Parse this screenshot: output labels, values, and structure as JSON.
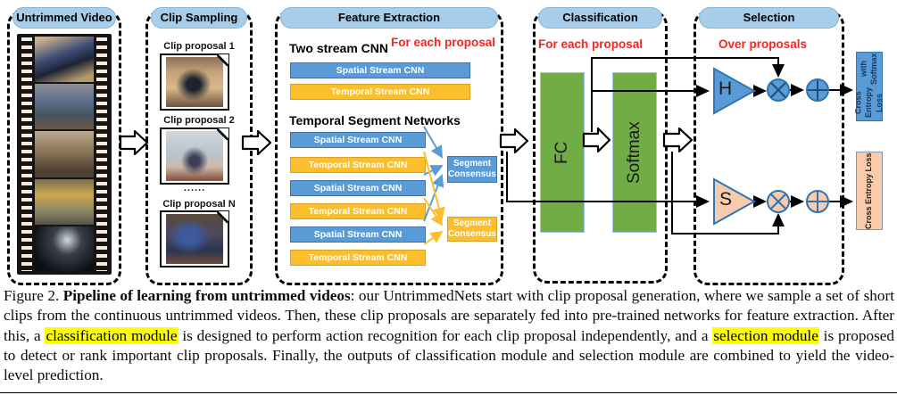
{
  "panels": {
    "untrimmed_video": {
      "title": "Untrimmed Video"
    },
    "clip_sampling": {
      "title": "Clip Sampling",
      "proposals": [
        {
          "label": "Clip proposal 1"
        },
        {
          "label": "Clip proposal 2"
        },
        {
          "label": "Clip proposal N"
        }
      ],
      "ellipsis": "......"
    },
    "feature_extraction": {
      "title": "Feature Extraction",
      "note": "For each proposal",
      "two_stream_heading": "Two stream CNN",
      "two_stream_bars": [
        {
          "label": "Spatial Stream CNN",
          "type": "spatial"
        },
        {
          "label": "Temporal Stream CNN",
          "type": "temporal"
        }
      ],
      "tsn_heading": "Temporal Segment Networks",
      "tsn_bars": [
        {
          "label": "Spatial Stream CNN",
          "type": "spatial"
        },
        {
          "label": "Temporal Stream CNN",
          "type": "temporal"
        },
        {
          "label": "Spatial Stream CNN",
          "type": "spatial"
        },
        {
          "label": "Temporal Stream CNN",
          "type": "temporal"
        },
        {
          "label": "Spatial Stream CNN",
          "type": "spatial"
        },
        {
          "label": "Temporal Stream CNN",
          "type": "temporal"
        }
      ],
      "consensus": [
        {
          "line1": "Segment",
          "line2": "Consensus",
          "type": "spatial"
        },
        {
          "line1": "Segment",
          "line2": "Consensus",
          "type": "temporal"
        }
      ]
    },
    "classification": {
      "title": "Classification",
      "note": "For each proposal",
      "fc_label": "FC",
      "softmax_label": "Softmax"
    },
    "selection": {
      "title": "Selection",
      "note": "Over proposals",
      "hard_label": "H",
      "soft_label": "S"
    }
  },
  "outputs": [
    {
      "line1": "Cross Entropy Loss",
      "line2": "with Softmax"
    },
    {
      "line1": "Cross Entropy Loss"
    }
  ],
  "caption": {
    "prefix": "Figure 2. ",
    "bold_title": "Pipeline of learning from untrimmed videos",
    "body_1": ": our UntrimmedNets start with clip proposal generation, where we sample a set of short clips from the continuous untrimmed videos.  Then, these clip proposals are separately fed into pre-trained networks for feature extraction. After this, a ",
    "highlight_1": "classification module",
    "body_2": " is designed to perform action recognition for each clip proposal independently, and a ",
    "highlight_2": "selection module",
    "body_3": " is proposed to detect or rank important clip proposals. Finally, the outputs of classification module and selection module are combined to yield the video-level prediction."
  },
  "colors": {
    "header_pill_blue": "#a7cde9",
    "spatial_blue": "#5b9bd5",
    "temporal_yellow": "#fcbe2d",
    "classifier_green": "#70ad47",
    "selection_peach": "#f8cbad",
    "note_red": "#fb231c",
    "highlight_yellow": "#ffff00"
  }
}
